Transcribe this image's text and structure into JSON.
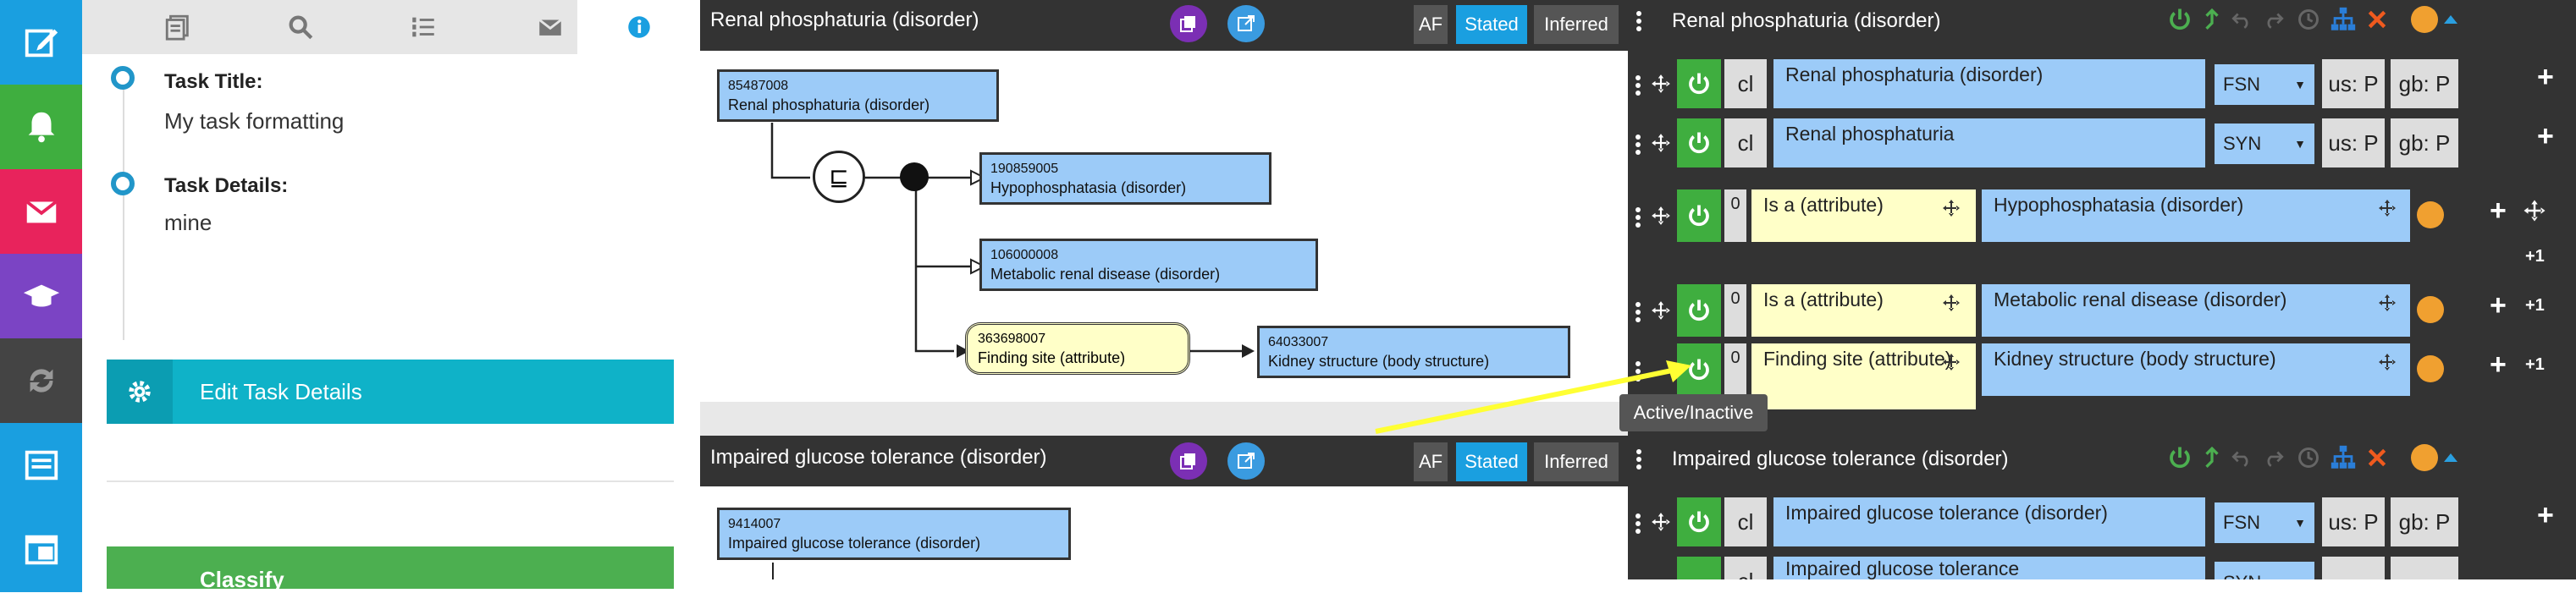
{
  "task": {
    "title_label": "Task Title:",
    "title_value": "My task formatting",
    "details_label": "Task Details:",
    "details_value": "mine",
    "edit_button": "Edit Task Details",
    "classify_button": "Classify"
  },
  "diagram1": {
    "title": "Renal phosphaturia (disorder)",
    "af": "AF",
    "stated": "Stated",
    "inferred": "Inferred",
    "root": {
      "id": "85487008",
      "label": "Renal phosphaturia (disorder)"
    },
    "parents": [
      {
        "id": "190859005",
        "label": "Hypophosphatasia (disorder)"
      },
      {
        "id": "106000008",
        "label": "Metabolic renal disease (disorder)"
      }
    ],
    "attribute": {
      "id": "363698007",
      "label": "Finding site (attribute)"
    },
    "target": {
      "id": "64033007",
      "label": "Kidney structure (body structure)"
    }
  },
  "diagram2": {
    "title": "Impaired glucose tolerance (disorder)",
    "af": "AF",
    "stated": "Stated",
    "inferred": "Inferred",
    "root": {
      "id": "9414007",
      "label": "Impaired glucose tolerance (disorder)"
    }
  },
  "concept1": {
    "title": "Renal phosphaturia (disorder)",
    "descriptions": [
      {
        "cl": "cl",
        "term": "Renal phosphaturia (disorder)",
        "type": "FSN",
        "us": "us: P",
        "gb": "gb: P"
      },
      {
        "cl": "cl",
        "term": "Renal phosphaturia",
        "type": "SYN",
        "us": "us: P",
        "gb": "gb: P"
      }
    ],
    "relationships": [
      {
        "group": "0",
        "type": "Is a (attribute)",
        "target": "Hypophosphatasia (disorder)",
        "plus1": "+1"
      },
      {
        "group": "0",
        "type": "Is a (attribute)",
        "target": "Metabolic renal disease (disorder)",
        "plus1": "+1"
      },
      {
        "group": "0",
        "type": "Finding site (attribute)",
        "target": "Kidney structure (body structure)",
        "plus1": "+1"
      }
    ]
  },
  "tooltip": "Active/Inactive",
  "concept2": {
    "title": "Impaired glucose tolerance (disorder)",
    "descriptions": [
      {
        "cl": "cl",
        "term": "Impaired glucose tolerance (disorder)",
        "type": "FSN",
        "us": "us: P",
        "gb": "gb: P"
      },
      {
        "cl": "cl",
        "term": "Impaired glucose tolerance",
        "type": "SYN"
      }
    ]
  },
  "colors": {
    "green": "#3fae3f",
    "blue_accent": "#1a9fe0",
    "purple": "#7b2fb4",
    "orange": "#f0a030",
    "yellow": "#ffff33"
  }
}
